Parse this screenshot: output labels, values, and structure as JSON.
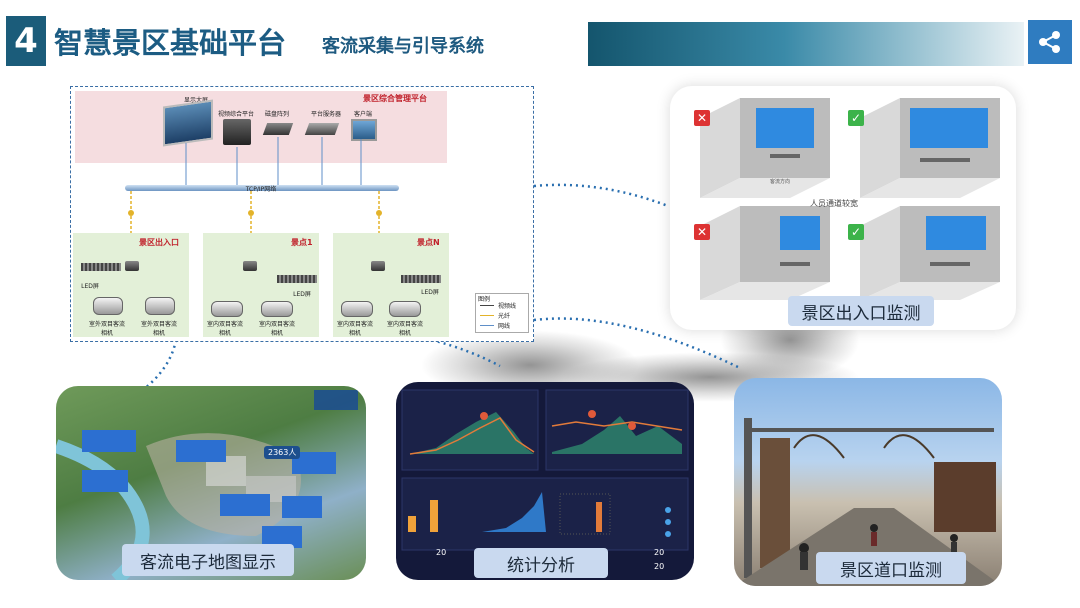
{
  "header": {
    "section_number": "4",
    "title": "智慧景区基础平台",
    "subtitle": "客流采集与引导系统",
    "share_icon": "share-icon"
  },
  "diagram": {
    "mgmt_title": "景区综合管理平台",
    "devices": [
      "显示大屏",
      "视频综合平台",
      "磁盘阵列",
      "平台服务器",
      "客户端"
    ],
    "network_label": "TCP/IP网络",
    "zones": [
      {
        "title": "景区出入口",
        "led": "LED屏",
        "cams": [
          "室外双目客流相机",
          "室外双目客流相机"
        ]
      },
      {
        "title": "景点1",
        "led": "LED屏",
        "cams": [
          "室内双目客流相机",
          "室内双目客流相机"
        ]
      },
      {
        "title": "景点N",
        "led": "LED屏",
        "cams": [
          "室内双目客流相机",
          "室内双目客流相机"
        ]
      }
    ],
    "legend": {
      "title": "图例",
      "items": [
        "视频线",
        "光纤",
        "网线"
      ]
    }
  },
  "gate_panel": {
    "middle_text": "人员通道较宽",
    "caption": "景区出入口监测",
    "flow_label": "客流方向"
  },
  "map_card": {
    "caption": "客流电子地图显示",
    "bubble_value": "2363人"
  },
  "stats_card": {
    "caption": "统计分析",
    "counts": [
      "20",
      "20",
      "20"
    ]
  },
  "road_card": {
    "caption": "景区道口监测"
  },
  "colors": {
    "title_blue": "#1c5c83",
    "caption_bg": "#c9d9ef",
    "zone_green": "#e3f0d8",
    "mgmt_pink": "#f5dde0",
    "accent_red": "#c0202a"
  }
}
